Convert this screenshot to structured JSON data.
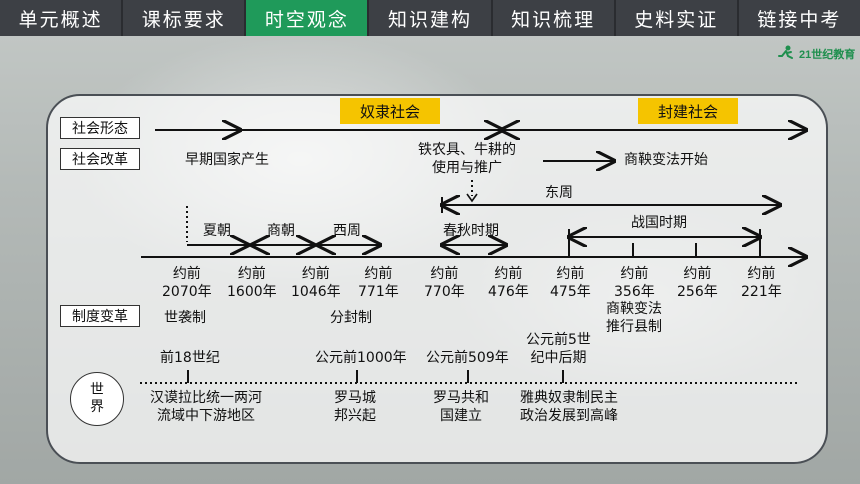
{
  "nav": {
    "tabs": [
      "单元概述",
      "课标要求",
      "时空观念",
      "知识建构",
      "知识梳理",
      "史料实证",
      "链接中考"
    ],
    "active_index": 2
  },
  "logo": {
    "text": "21世纪教育"
  },
  "rows": {
    "social_form": "社会形态",
    "social_reform": "社会改革",
    "institution_change": "制度变革",
    "world": [
      "世",
      "界"
    ]
  },
  "badges": {
    "slave": "奴隶社会",
    "feudal": "封建社会"
  },
  "reform": {
    "early_state": "早期国家产生",
    "iron_tools": [
      "铁农具、牛耕的",
      "使用与推广"
    ],
    "shang_yang_reform": "商鞅变法开始"
  },
  "periods": {
    "eastern_zhou": "东周",
    "warring_states": "战国时期",
    "xia": "夏朝",
    "shang": "商朝",
    "western_zhou": "西周",
    "spring_autumn": "春秋时期"
  },
  "timeline": [
    {
      "label": "约前",
      "year": "2070年"
    },
    {
      "label": "约前",
      "year": "1600年"
    },
    {
      "label": "约前",
      "year": "1046年"
    },
    {
      "label": "约前",
      "year": "771年"
    },
    {
      "label": "约前",
      "year": "770年"
    },
    {
      "label": "约前",
      "year": "476年"
    },
    {
      "label": "约前",
      "year": "475年"
    },
    {
      "label": "约前",
      "year": "356年"
    },
    {
      "label": "约前",
      "year": "256年"
    },
    {
      "label": "约前",
      "year": "221年"
    }
  ],
  "institutions": {
    "hereditary": "世袭制",
    "enfeoffment": "分封制",
    "county": [
      "商鞅变法",
      "推行县制"
    ]
  },
  "world_events": [
    {
      "date": "前18世纪",
      "event": [
        "汉谟拉比统一两河",
        "流域中下游地区"
      ]
    },
    {
      "date": "公元前1000年",
      "event": [
        "罗马城",
        "邦兴起"
      ]
    },
    {
      "date": "公元前509年",
      "event": [
        "罗马共和",
        "国建立"
      ]
    },
    {
      "date": [
        "公元前5世",
        "纪中后期"
      ],
      "event": [
        "雅典奴隶制民主",
        "政治发展到高峰"
      ]
    }
  ],
  "colors": {
    "active_tab": "#1f9a5a",
    "nav_bg": "#3d4045",
    "badge": "#f5c400"
  }
}
